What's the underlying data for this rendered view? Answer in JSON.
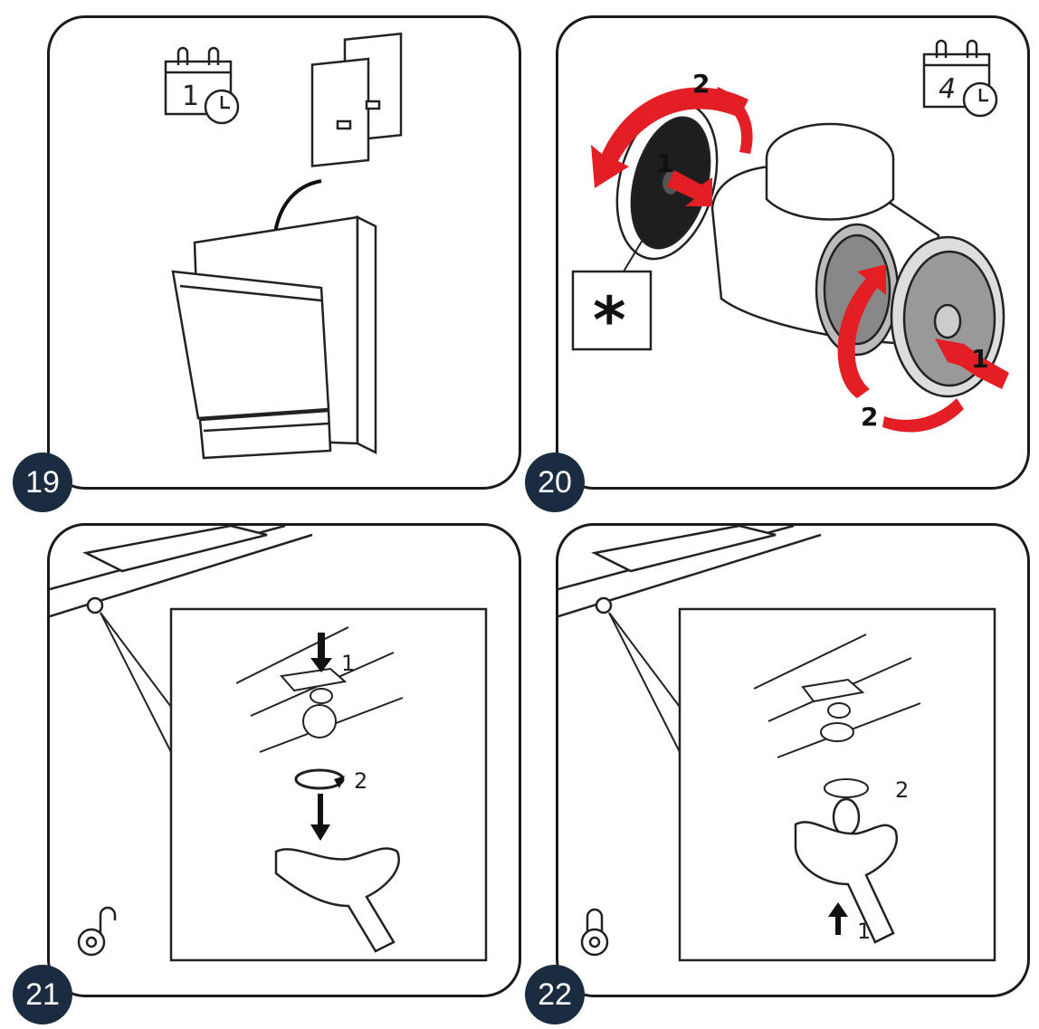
{
  "steps": [
    {
      "number": "19",
      "calendar_value": "1"
    },
    {
      "number": "20",
      "calendar_value": "4",
      "labels": {
        "a_step1": "1",
        "a_step2": "2",
        "b_step1": "1",
        "b_step2": "2",
        "note": "*"
      }
    },
    {
      "number": "21",
      "labels": {
        "step1": "1",
        "step2": "2"
      }
    },
    {
      "number": "22",
      "labels": {
        "step1": "1",
        "step2": "2"
      }
    }
  ],
  "colors": {
    "frame": "#1a1a1a",
    "badge": "#1b2c40",
    "arrow_red": "#e31e24",
    "line": "#222222"
  },
  "icons": [
    "calendar-clock-icon",
    "unlock-icon",
    "lock-icon"
  ]
}
